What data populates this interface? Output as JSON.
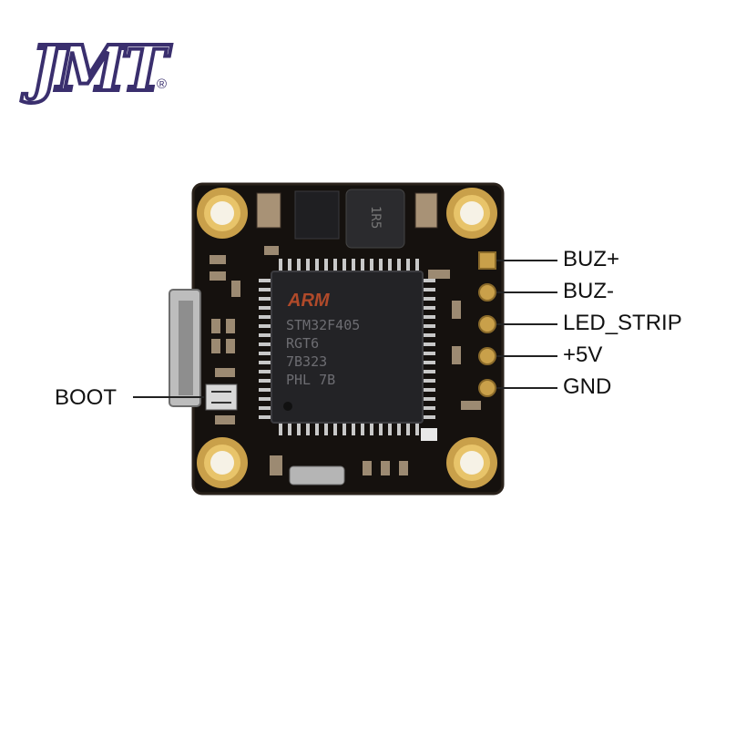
{
  "logo": {
    "text": "JMT",
    "registered": "®",
    "color": "#3a2f6e"
  },
  "board": {
    "mcu_brand": "ARM",
    "mcu_lines": [
      "STM32F405",
      "RGT6",
      "7B323",
      "PHL 7B"
    ],
    "inductor_text": "1R5",
    "colors": {
      "pcb": "#15110e",
      "pad": "#c9a04a",
      "pad_inner": "#e8c46a"
    }
  },
  "pins": [
    {
      "label": "BUZ+"
    },
    {
      "label": "BUZ-"
    },
    {
      "label": "LED_STRIP"
    },
    {
      "label": "+5V"
    },
    {
      "label": "GND"
    }
  ],
  "boot": {
    "label": "BOOT"
  }
}
